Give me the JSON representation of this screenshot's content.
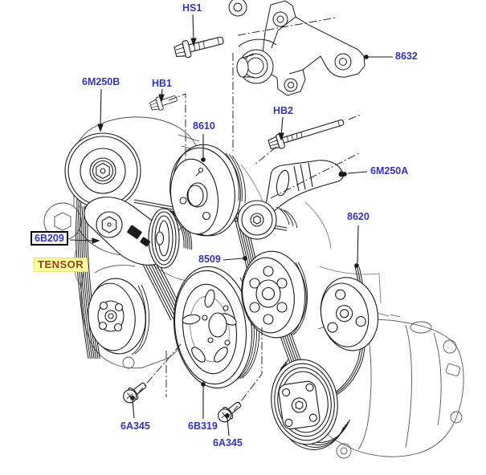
{
  "diagram_title": "accessory drive belt parts diagram",
  "colors": {
    "background": "#ffffff",
    "part_label_blue": "#3434b4",
    "line_art": "#1a1a1a",
    "highlight_bg": "#ffff9e",
    "highlight_text": "#993f1f",
    "boxed_label_border": "#000000"
  },
  "labels": {
    "hs1": {
      "text": "HS1"
    },
    "m6250b": {
      "text": "6M250B"
    },
    "hb1": {
      "text": "HB1"
    },
    "p8610": {
      "text": "8610"
    },
    "hb2": {
      "text": "HB2"
    },
    "p8632": {
      "text": "8632"
    },
    "m6250a": {
      "text": "6M250A"
    },
    "p8620": {
      "text": "8620"
    },
    "p6b209": {
      "text": "6B209"
    },
    "tensor": {
      "text": "TENSOR"
    },
    "p8509": {
      "text": "8509"
    },
    "p6a345_left": {
      "text": "6A345"
    },
    "p6b319": {
      "text": "6B319"
    },
    "p6a345_right": {
      "text": "6A345"
    }
  }
}
